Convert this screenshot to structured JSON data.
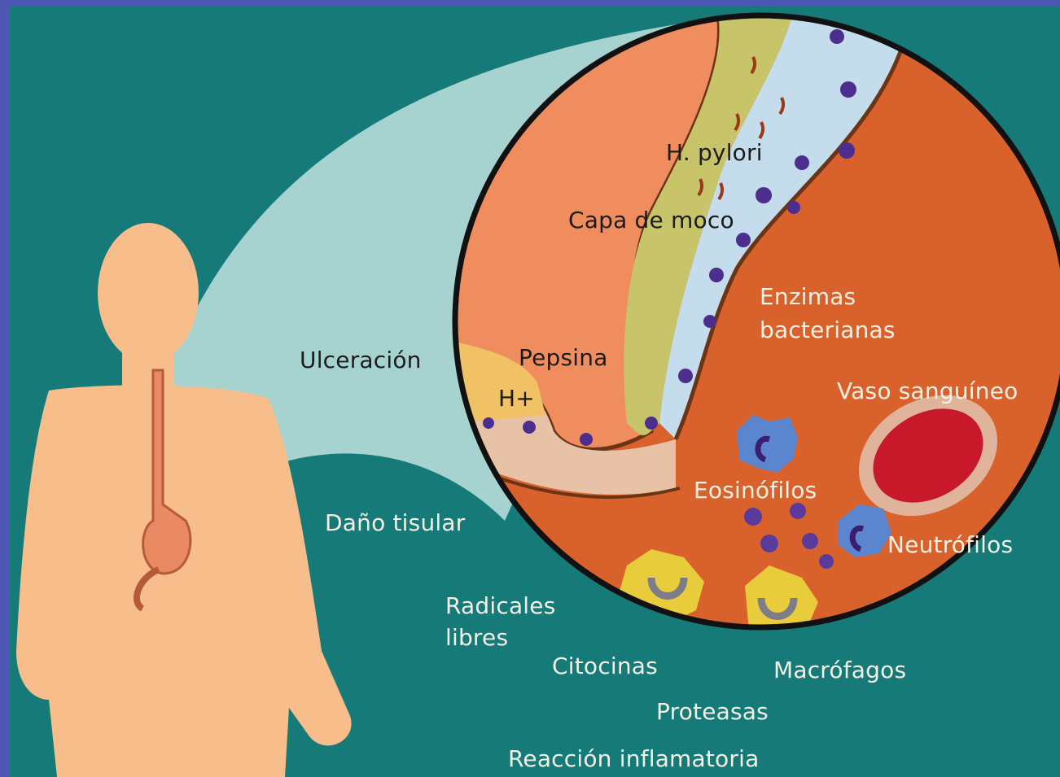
{
  "colors": {
    "frame": "#4f57b4",
    "background": "#167a78",
    "body": "#f7bd8b",
    "magnifier_beam": "#bfe3df",
    "tissue": "#d9622c",
    "stomach_lumen": "#ef8d5e",
    "mucus_layer": "#c7c46a",
    "epithelium": "#c4dceb",
    "blood_vessel": "#c8192a",
    "immune_cell_blue": "#4a6fc4",
    "macrophage": "#e8cc3c",
    "nucleus": "#4b2e8e"
  },
  "labels": {
    "h_pylori": "H. pylori",
    "capa_moco": "Capa de moco",
    "enzimas_line1": "Enzimas",
    "enzimas_line2": "bacterianas",
    "ulceracion": "Ulceración",
    "pepsina": "Pepsina",
    "h_plus": "H+",
    "vaso": "Vaso sanguíneo",
    "eosinofilos": "Eosinófilos",
    "neutrofilos": "Neutrófilos",
    "dano_tisular": "Daño tisular",
    "radicales_line1": "Radicales",
    "radicales_line2": "libres",
    "citocinas": "Citocinas",
    "macrofagos": "Macrófagos",
    "proteasas": "Proteasas",
    "reaccion": "Reacción inflamatoria"
  }
}
